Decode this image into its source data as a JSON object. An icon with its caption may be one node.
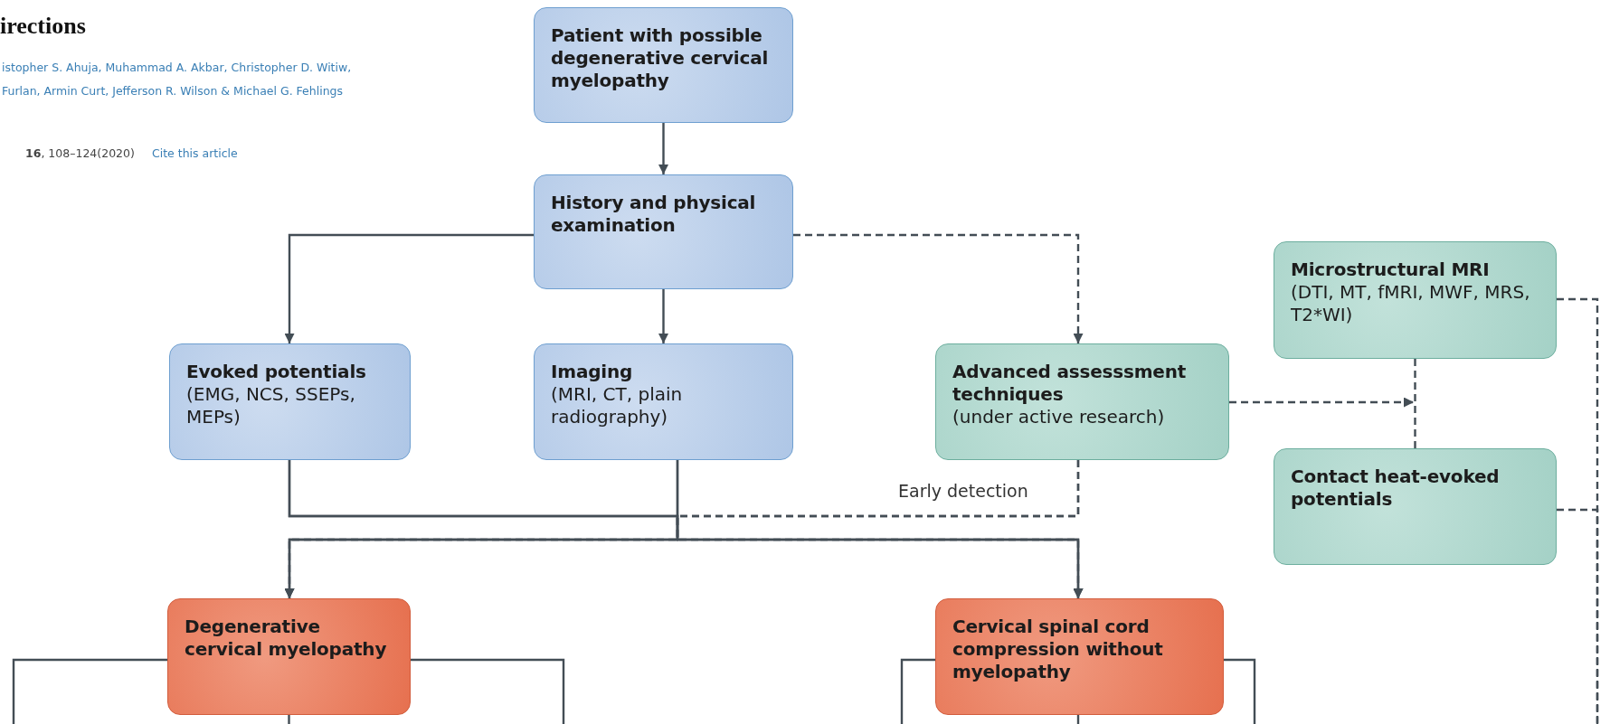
{
  "diagram": {
    "title": "irections",
    "nodes": [
      {
        "text": [
          "Patient with possible degenerative cervical myelopathy"
        ]
      },
      {
        "text": [
          "History and physical examination"
        ]
      },
      {
        "text": [
          "Evoked potentials",
          "(EMG, NCS, SSEPs, MEPs)"
        ]
      },
      {
        "text": [
          "Imaging",
          "(MRI, CT, plain radiography)"
        ]
      },
      {
        "text": [
          "Advanced assesssment techniques",
          "(under active research)"
        ]
      },
      {
        "text": [
          "Microstructural MRI",
          "(DTI, MT, fMRI, MWF, MRS, T2*WI)"
        ]
      },
      {
        "text": [
          "Contact heat-evoked potentials"
        ]
      },
      {
        "text": [
          "Degenerative cervical myelopathy"
        ]
      },
      {
        "text": [
          "Cervical spinal cord compression without myelopathy"
        ]
      }
    ],
    "edges": [
      {
        "from": 0,
        "to": 1,
        "arrow": "to"
      },
      {
        "from": 1,
        "to": 2,
        "arrow": "to"
      },
      {
        "from": 1,
        "to": 3,
        "arrow": "to"
      },
      {
        "from": 1,
        "to": 4,
        "arrow": "to",
        "style": "dashed"
      },
      {
        "from": 4,
        "to": null,
        "arrow": "to",
        "style": "dashed"
      },
      {
        "from": 5,
        "to": 6,
        "arrow": "none",
        "style": "dashed"
      },
      {
        "from": 2,
        "to": 7,
        "arrow": "to"
      },
      {
        "from": 2,
        "to": 8,
        "arrow": "to"
      },
      {
        "from": 3,
        "to": 7,
        "arrow": "to"
      },
      {
        "from": 3,
        "to": 8,
        "arrow": "to"
      },
      {
        "from": 4,
        "to": 7,
        "arrow": "to",
        "style": "dashed",
        "label": "Early detection"
      },
      {
        "from": 4,
        "to": 8,
        "arrow": "to",
        "style": "dashed"
      },
      {
        "from": 7,
        "to": null,
        "arrow": "none"
      },
      {
        "from": 7,
        "to": null,
        "arrow": "none"
      },
      {
        "from": 7,
        "to": null,
        "arrow": "none"
      },
      {
        "from": 8,
        "to": null,
        "arrow": "none"
      },
      {
        "from": 8,
        "to": null,
        "arrow": "none"
      },
      {
        "from": 8,
        "to": null,
        "arrow": "none"
      },
      {
        "from": 5,
        "to": null,
        "arrow": "none",
        "style": "dashed"
      },
      {
        "from": 6,
        "to": null,
        "arrow": "none",
        "style": "dashed"
      }
    ],
    "labels": [
      "istopher S. Ahuja, Muhammad A. Akbar, Christopher D. Witiw, Furlan, Armin Curt, Jefferson R. Wilson & Michael G. Fehlings",
      "**16**, 108–124(2020)",
      "Cite this article"
    ]
  }
}
